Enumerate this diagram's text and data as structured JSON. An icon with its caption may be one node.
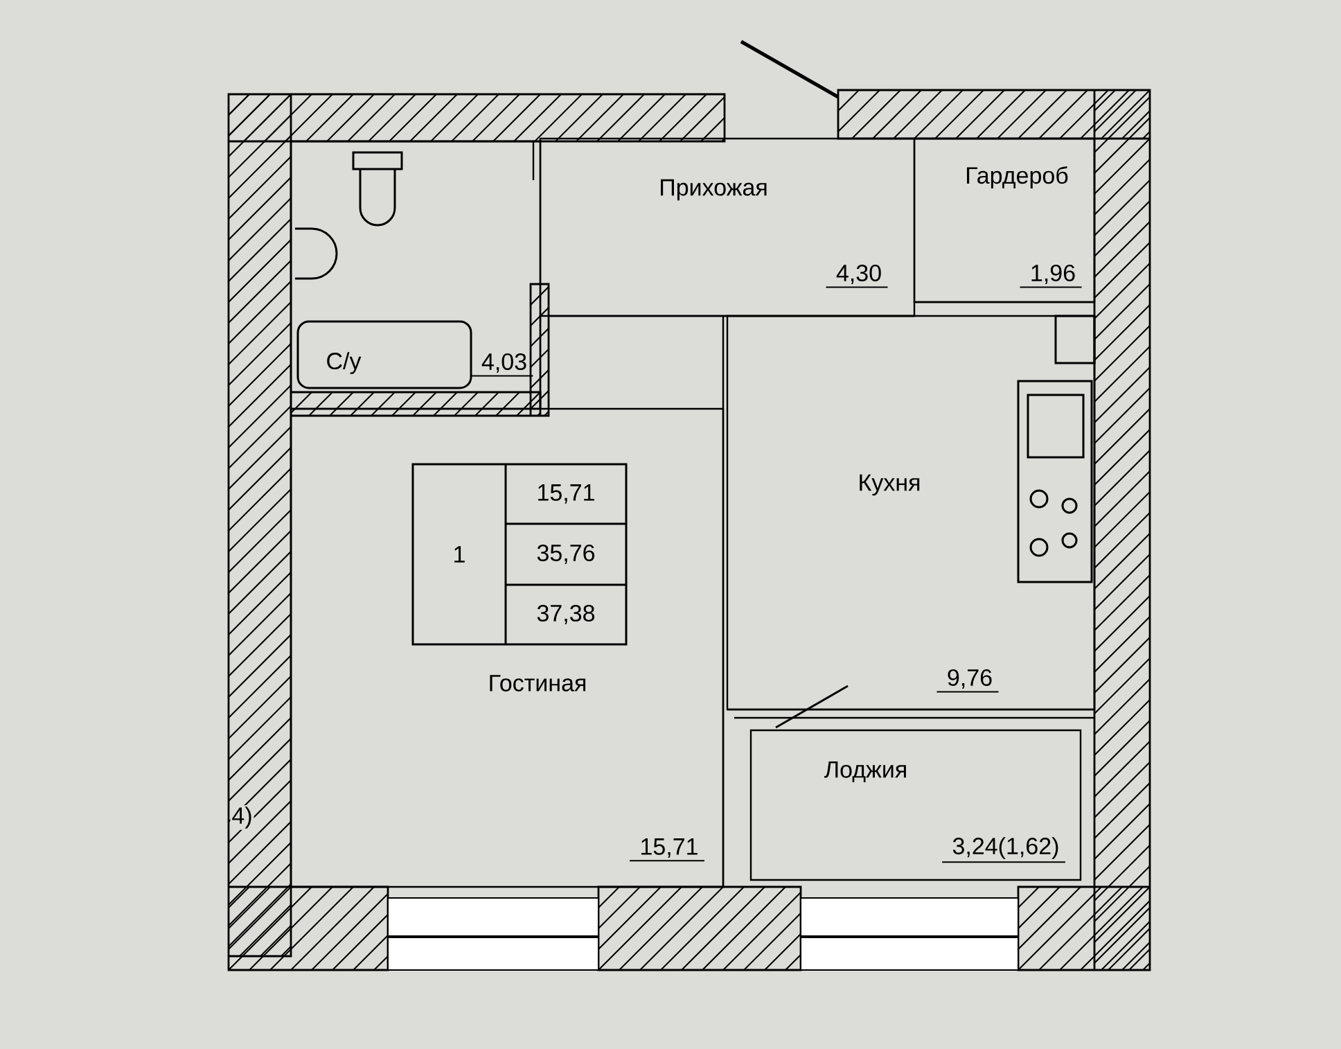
{
  "diagram": {
    "nodes": [
      {
        "text": [
          "С/у",
          "4,03"
        ]
      },
      {
        "text": [
          "Прихожая",
          "4,30"
        ]
      },
      {
        "text": [
          "Гардероб",
          "1,96"
        ]
      },
      {
        "text": [
          "Кухня",
          "9,76"
        ]
      },
      {
        "text": [
          "Гостиная",
          "15,71"
        ]
      },
      {
        "text": [
          "1",
          "15,71",
          "35,76",
          "37,38"
        ],
        "in": 4
      },
      {
        "text": [
          "Лоджия",
          "3,24(1,62)"
        ]
      }
    ],
    "labels": [
      "4)"
    ]
  }
}
